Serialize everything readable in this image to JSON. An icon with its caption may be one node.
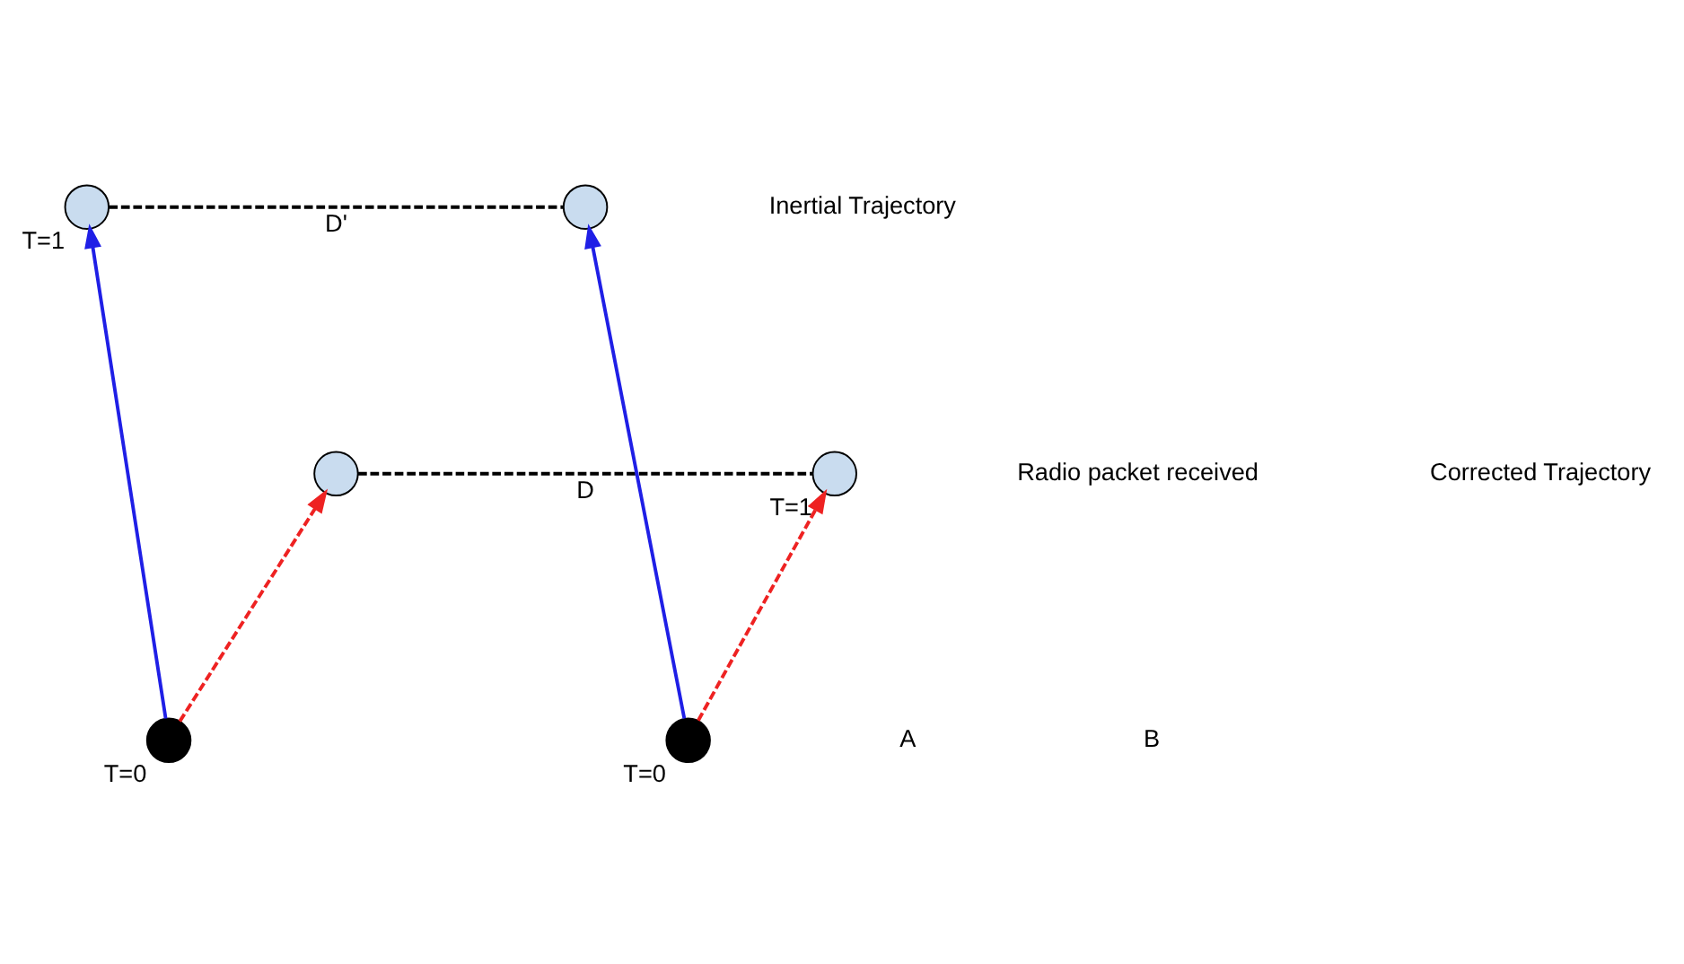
{
  "diagram": {
    "nodes": [
      {
        "text": [],
        "shape": "circle",
        "beside": [
          "T=0"
        ]
      },
      {
        "text": [],
        "shape": "circle",
        "beside": [
          "T=1"
        ]
      },
      {
        "text": [],
        "shape": "circle"
      },
      {
        "text": [],
        "shape": "circle"
      },
      {
        "text": [],
        "shape": "circle",
        "beside": [
          "T=1"
        ]
      },
      {
        "text": [],
        "shape": "circle",
        "beside": [
          "T=0"
        ]
      }
    ],
    "edges": [
      {
        "from": 0,
        "to": 1,
        "arrow": "to",
        "color": "#1f1fe6"
      },
      {
        "from": 0,
        "to": 2,
        "arrow": "to",
        "style": "dashed",
        "color": "#ee2222"
      },
      {
        "from": 5,
        "to": 3,
        "arrow": "to",
        "color": "#1f1fe6"
      },
      {
        "from": 5,
        "to": 4,
        "arrow": "to",
        "style": "dashed",
        "color": "#ee2222"
      },
      {
        "from": 1,
        "to": 3,
        "arrow": "none",
        "style": "dashed",
        "color": "#000000",
        "label": "D'"
      },
      {
        "from": 2,
        "to": 4,
        "arrow": "none",
        "style": "dashed",
        "color": "#000000",
        "label": "D"
      }
    ],
    "labels": [
      "Radio packet received",
      "A",
      "B"
    ],
    "legend": [
      {
        "text": "Inertial Trajectory"
      },
      {
        "text": "Corrected Trajectory"
      }
    ]
  }
}
